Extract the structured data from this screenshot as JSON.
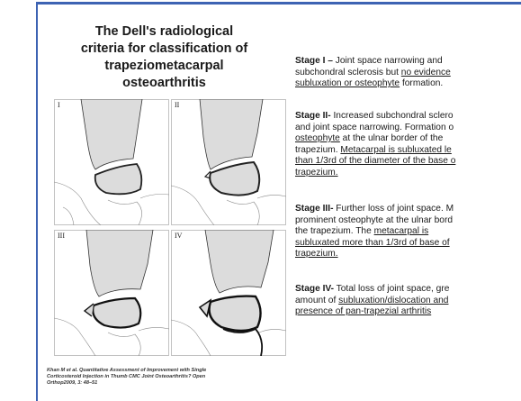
{
  "title_lines": [
    "The Dell's radiological",
    "criteria for classification of",
    "trapeziometacarpal",
    "osteoarthritis"
  ],
  "panels": [
    {
      "label": "I"
    },
    {
      "label": "II"
    },
    {
      "label": "III"
    },
    {
      "label": "IV"
    }
  ],
  "stages": [
    {
      "heading": "Stage I –",
      "lines": [
        [
          {
            "t": "Stage I –",
            "b": true
          },
          {
            "t": " Joint space narrowing and"
          }
        ],
        [
          {
            "t": "subchondral sclerosis but "
          },
          {
            "t": "no evidence",
            "u": true
          }
        ],
        [
          {
            "t": "subluxation or osteophyte",
            "u": true
          },
          {
            "t": " formation."
          }
        ]
      ]
    },
    {
      "lines": [
        [
          {
            "t": "Stage II-",
            "b": true
          },
          {
            "t": " Increased subchondral sclero"
          }
        ],
        [
          {
            "t": "and joint space narrowing. Formation o"
          }
        ],
        [
          {
            "t": "osteophyte",
            "u": true
          },
          {
            "t": " at the ulnar border of the"
          }
        ],
        [
          {
            "t": "trapezium. "
          },
          {
            "t": "Metacarpal is subluxated le",
            "u": true
          }
        ],
        [
          {
            "t": "than 1/3rd of the diameter of the base o",
            "u": true
          }
        ],
        [
          {
            "t": "trapezium.",
            "u": true
          }
        ]
      ]
    },
    {
      "lines": [
        [
          {
            "t": "Stage III-",
            "b": true
          },
          {
            "t": " Further loss of joint space. M"
          }
        ],
        [
          {
            "t": "prominent osteophyte at the ulnar bord"
          }
        ],
        [
          {
            "t": "the trapezium. The "
          },
          {
            "t": "metacarpal is",
            "u": true
          }
        ],
        [
          {
            "t": "subluxated more than 1/3rd of base of",
            "u": true
          }
        ],
        [
          {
            "t": "trapezium.",
            "u": true
          }
        ]
      ]
    },
    {
      "lines": [
        [
          {
            "t": "Stage IV-",
            "b": true
          },
          {
            "t": " Total loss of joint space, gre"
          }
        ],
        [
          {
            "t": "amount of "
          },
          {
            "t": "subluxation/dislocation and",
            "u": true
          }
        ],
        [
          {
            "t": "presence of pan-trapezial arthritis",
            "u": true
          }
        ]
      ]
    }
  ],
  "citation_lines": [
    "Khan M et al. Quantitative Assessment of Improvement with Single",
    "Corticosteroid Injection in Thumb CMC Joint Osteoarthritis? Open",
    "Orthop2009, 3: 48–51"
  ],
  "colors": {
    "accent": "#3d63b3",
    "bone_fill": "#dcdcdc",
    "bone_stroke": "#333333"
  }
}
